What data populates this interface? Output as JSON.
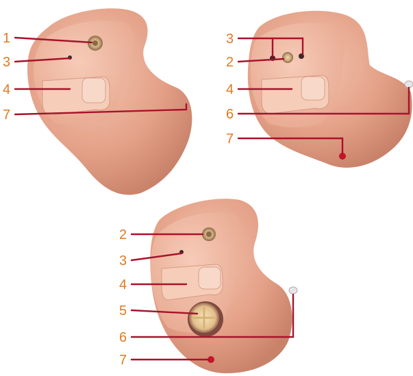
{
  "colors": {
    "label": "#e07a22",
    "leader": "#a8122a",
    "shell": "#e7a68f",
    "shell_dark": "#c98066",
    "faceplate": "#efb9a2",
    "control": "#f3c8b4",
    "microphone": "#caa678",
    "battery": "#e8c98f"
  },
  "devices": {
    "top_left": {
      "labels": [
        "1",
        "3",
        "4",
        "7"
      ]
    },
    "top_right": {
      "labels": [
        "3",
        "2",
        "4",
        "6",
        "7"
      ]
    },
    "bottom": {
      "labels": [
        "2",
        "3",
        "4",
        "5",
        "6",
        "7"
      ]
    }
  }
}
